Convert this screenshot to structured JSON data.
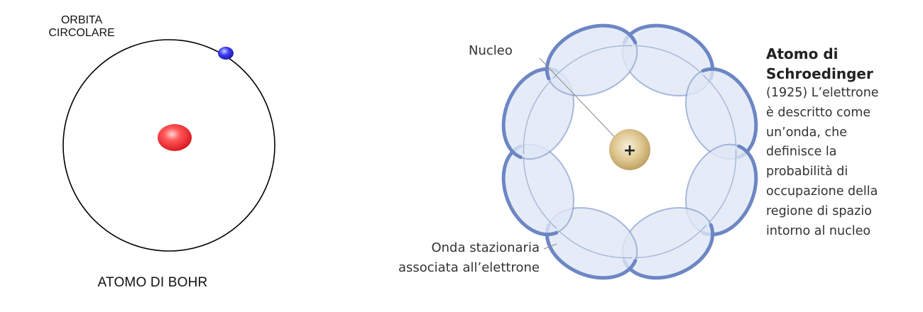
{
  "bohr": {
    "orbit_label_lines": [
      "ORBITA",
      "CIRCOLARE"
    ],
    "title": "ATOMO DI BOHR",
    "colors": {
      "orbit": "#000000",
      "nucleus": "#e8202a",
      "electron": "#2222dd"
    }
  },
  "schroedinger": {
    "nucleus_label": "Nucleo",
    "nucleus_symbol": "+",
    "wave_label_lines": [
      "Onda stazionaria",
      "associata all’elettrone"
    ],
    "title_lines": [
      "Atomo di",
      "Schroedinger"
    ],
    "description_lines": [
      "(1925) L’elettrone",
      "è descritto come",
      "un’onda, che",
      "definisce la",
      "probabilità di",
      "occupazione della",
      "regione di spazio",
      "intorno al nucleo"
    ],
    "lobe_count": 8,
    "colors": {
      "wave_stroke": "#6d86c4",
      "wave_fill": "#dfe7f5",
      "nucleus": "#c9ad72",
      "leader_line": "#888888"
    }
  }
}
